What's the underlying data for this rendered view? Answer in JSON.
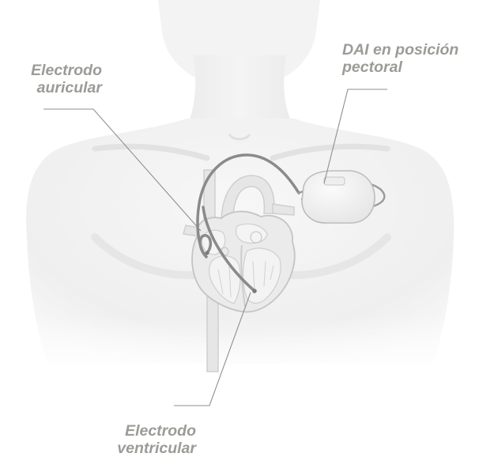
{
  "labels": {
    "atrial_lead": [
      "Electrodo",
      "auricular"
    ],
    "icd_device": [
      "DAI en posición",
      "pectoral"
    ],
    "ventricular_lead": [
      "Electrodo",
      "ventricular"
    ]
  },
  "colors": {
    "background": "#ffffff",
    "body_fill": "#f1f1f1",
    "body_shadow": "#e4e4e4",
    "heart_fill": "#e9e9e9",
    "heart_stroke": "#c9c9c9",
    "label_text": "#9b9b97",
    "leader_line": "#8f8f8f",
    "lead_wire": "#8a8a8a",
    "device_fill": "#f6f6f6"
  }
}
